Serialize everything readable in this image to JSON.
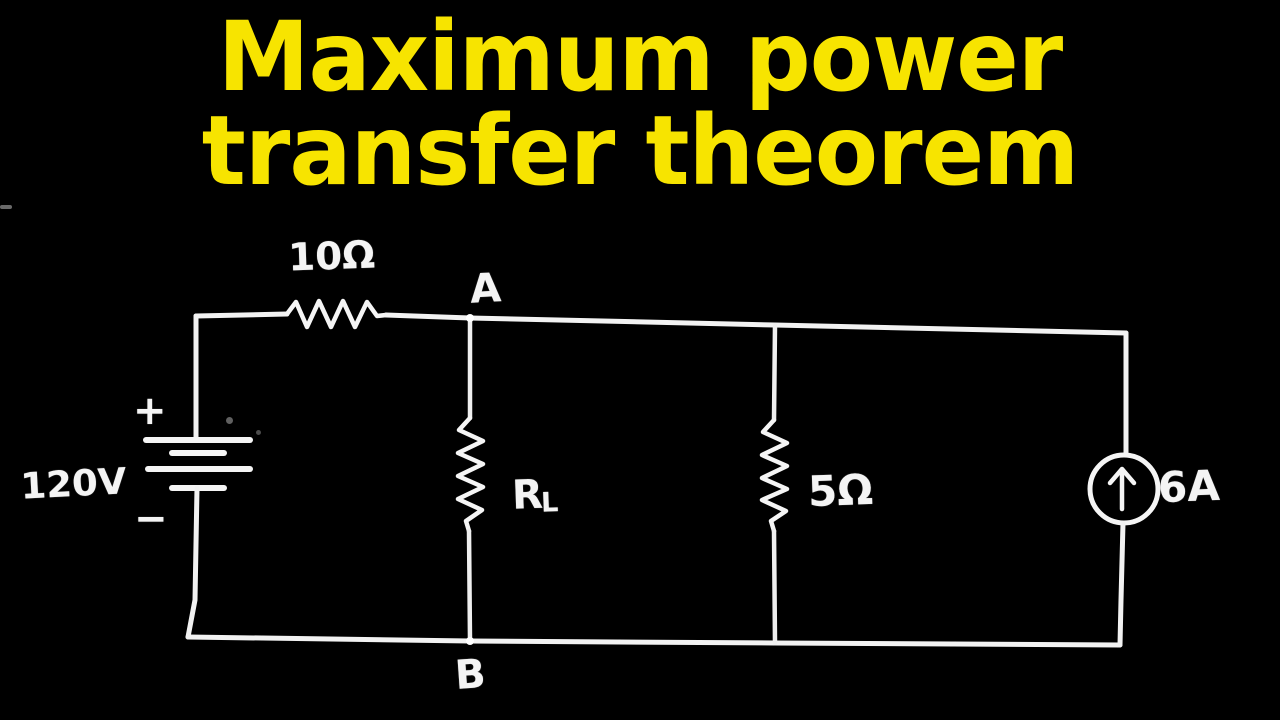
{
  "title": {
    "line1": "Maximum power",
    "line2": "transfer theorem",
    "color": "#F7E400"
  },
  "board": {
    "background_color": "#000000",
    "ink_color": "#F2F2F2"
  },
  "circuit": {
    "description": "Hand-drawn circuit: 120V source in series with 10 ohm resistor feeding node A; R_L and 5 ohm resistor in parallel between nodes A and B; 6A current source on the right branch.",
    "nodes": [
      {
        "name": "node-a",
        "label": "A"
      },
      {
        "name": "node-b",
        "label": "B"
      }
    ],
    "components": [
      {
        "name": "voltage-source",
        "type": "battery",
        "label": "120V",
        "plus_label": "+",
        "minus_label": "−"
      },
      {
        "name": "series-resistor",
        "type": "resistor",
        "label": "10Ω",
        "orientation": "horizontal"
      },
      {
        "name": "load-resistor",
        "type": "resistor",
        "label": "R",
        "subscript": "L",
        "orientation": "vertical"
      },
      {
        "name": "parallel-resistor",
        "type": "resistor",
        "label": "5Ω",
        "orientation": "vertical"
      },
      {
        "name": "current-source",
        "type": "current-source",
        "label": "6A",
        "arrow_direction": "up"
      }
    ]
  }
}
